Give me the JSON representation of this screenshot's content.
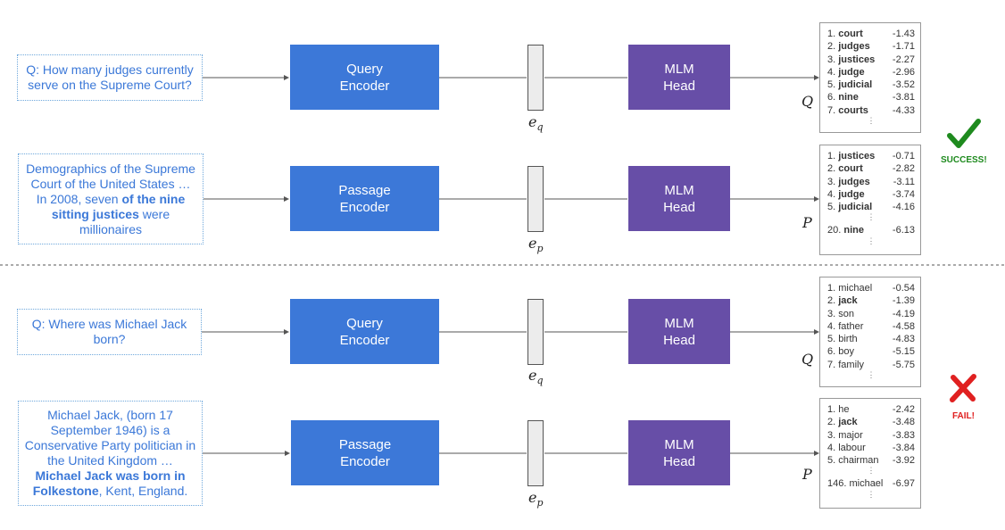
{
  "colors": {
    "encoder": "#3c78d8",
    "mlm": "#674ea7",
    "text": "#3b78d8",
    "success": "#1e8a1e",
    "fail": "#e02020"
  },
  "examples": [
    {
      "query": {
        "pre": "Q: How many judges currently serve on the Supreme Court?",
        "bold": "",
        "post": ""
      },
      "query_encoder": [
        "Query",
        "Encoder"
      ],
      "query_vec": {
        "base": "e",
        "sub": "q"
      },
      "mlm": [
        "MLM",
        "Head"
      ],
      "query_rep": "Q",
      "query_list": [
        {
          "rank": "1.",
          "term": "court",
          "bold": true,
          "score": "-1.43"
        },
        {
          "rank": "2.",
          "term": "judges",
          "bold": true,
          "score": "-1.71"
        },
        {
          "rank": "3.",
          "term": "justices",
          "bold": true,
          "score": "-2.27"
        },
        {
          "rank": "4.",
          "term": "judge",
          "bold": true,
          "score": "-2.96"
        },
        {
          "rank": "5.",
          "term": "judicial",
          "bold": true,
          "score": "-3.52"
        },
        {
          "rank": "6.",
          "term": "nine",
          "bold": true,
          "score": "-3.81"
        },
        {
          "rank": "7.",
          "term": "courts",
          "bold": true,
          "score": "-4.33"
        }
      ],
      "passage": {
        "pre": "Demographics of the Supreme Court of the United States … In 2008, seven ",
        "bold": "of the nine sitting justices",
        "post": " were millionaires"
      },
      "passage_encoder": [
        "Passage",
        "Encoder"
      ],
      "passage_vec": {
        "base": "e",
        "sub": "p"
      },
      "passage_rep": "P",
      "passage_list": [
        {
          "rank": "1.",
          "term": "justices",
          "bold": true,
          "score": "-0.71"
        },
        {
          "rank": "2.",
          "term": "court",
          "bold": true,
          "score": "-2.82"
        },
        {
          "rank": "3.",
          "term": "judges",
          "bold": true,
          "score": "-3.11"
        },
        {
          "rank": "4.",
          "term": "judge",
          "bold": true,
          "score": "-3.74"
        },
        {
          "rank": "5.",
          "term": "judicial",
          "bold": true,
          "score": "-4.16"
        }
      ],
      "passage_extra": {
        "rank": "20.",
        "term": "nine",
        "bold": true,
        "score": "-6.13"
      },
      "status": "SUCCESS!"
    },
    {
      "query": {
        "pre": "Q: Where was Michael Jack born?",
        "bold": "",
        "post": ""
      },
      "query_encoder": [
        "Query",
        "Encoder"
      ],
      "query_vec": {
        "base": "e",
        "sub": "q"
      },
      "mlm": [
        "MLM",
        "Head"
      ],
      "query_rep": "Q",
      "query_list": [
        {
          "rank": "1.",
          "term": "michael",
          "bold": false,
          "score": "-0.54"
        },
        {
          "rank": "2.",
          "term": "jack",
          "bold": true,
          "score": "-1.39"
        },
        {
          "rank": "3.",
          "term": "son",
          "bold": false,
          "score": "-4.19"
        },
        {
          "rank": "4.",
          "term": "father",
          "bold": false,
          "score": "-4.58"
        },
        {
          "rank": "5.",
          "term": "birth",
          "bold": false,
          "score": "-4.83"
        },
        {
          "rank": "6.",
          "term": "boy",
          "bold": false,
          "score": "-5.15"
        },
        {
          "rank": "7.",
          "term": "family",
          "bold": false,
          "score": "-5.75"
        }
      ],
      "passage": {
        "pre": "Michael Jack, (born 17 September 1946) is a Conservative Party politician in the United Kingdom … ",
        "bold": "Michael Jack was born in Folkestone",
        "post": ", Kent, England."
      },
      "passage_encoder": [
        "Passage",
        "Encoder"
      ],
      "passage_vec": {
        "base": "e",
        "sub": "p"
      },
      "passage_rep": "P",
      "passage_list": [
        {
          "rank": "1.",
          "term": "he",
          "bold": false,
          "score": "-2.42"
        },
        {
          "rank": "2.",
          "term": "jack",
          "bold": true,
          "score": "-3.48"
        },
        {
          "rank": "3.",
          "term": "major",
          "bold": false,
          "score": "-3.83"
        },
        {
          "rank": "4.",
          "term": "labour",
          "bold": false,
          "score": "-3.84"
        },
        {
          "rank": "5.",
          "term": "chairman",
          "bold": false,
          "score": "-3.92"
        }
      ],
      "passage_extra": {
        "rank": "146.",
        "term": "michael",
        "bold": false,
        "score": "-6.97"
      },
      "status": "FAIL!"
    }
  ]
}
